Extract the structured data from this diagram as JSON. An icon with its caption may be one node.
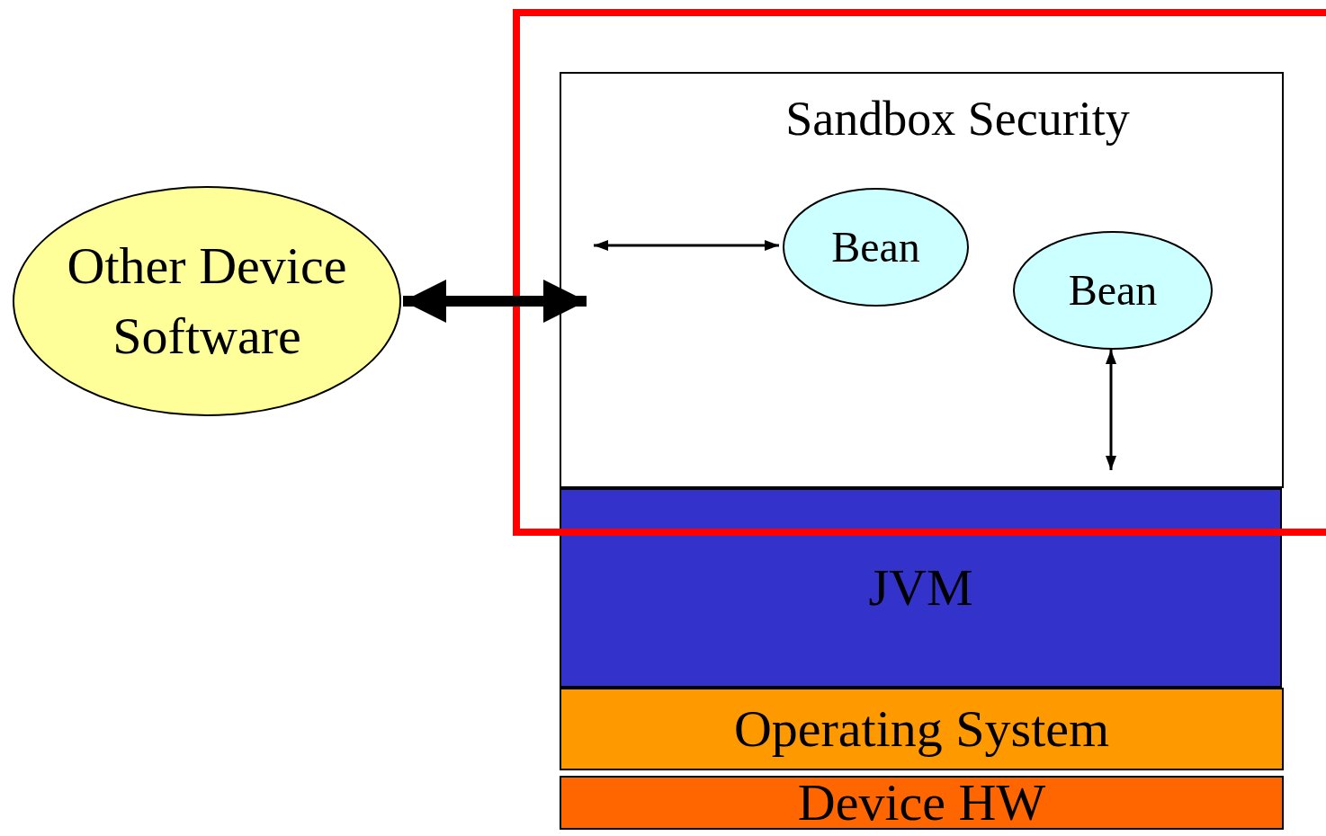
{
  "diagram": {
    "nodes": [
      {
        "text": [
          "Other Device Software"
        ]
      },
      {
        "text": [
          "Sandbox Security"
        ]
      },
      {
        "text": [
          "Bean"
        ],
        "in": 1
      },
      {
        "text": [
          "Bean"
        ],
        "in": 1
      },
      {
        "text": [
          "JVM"
        ]
      },
      {
        "text": [
          "Operating System"
        ]
      },
      {
        "text": [
          "Device HW"
        ]
      }
    ],
    "edges": [
      {
        "from": 0,
        "to": 1,
        "arrow": "both",
        "style": "thick"
      },
      {
        "from": null,
        "to": 2,
        "arrow": "both"
      },
      {
        "from": 3,
        "to": 4,
        "arrow": "both"
      }
    ]
  }
}
